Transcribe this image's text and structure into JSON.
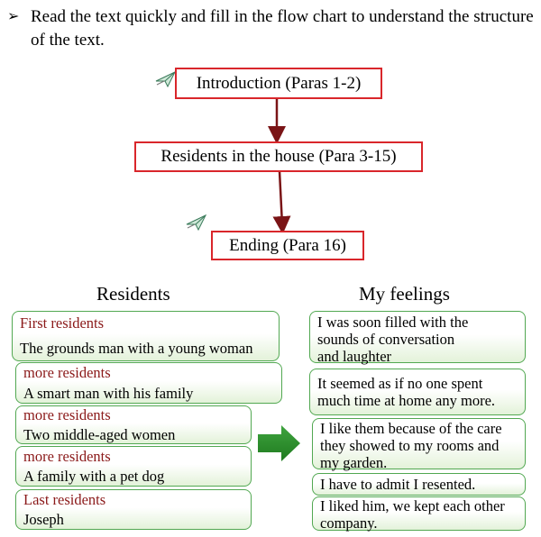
{
  "instruction": {
    "bullet": "➢",
    "text": "Read the text quickly and fill in the flow chart to understand the structure of the text."
  },
  "flow": {
    "intro": "Introduction (Paras 1-2)",
    "residents": "Residents in the house (Para 3-15)",
    "ending": "Ending (Para 16)"
  },
  "headings": {
    "residents": "Residents",
    "feelings": "My feelings"
  },
  "resident_cards": [
    {
      "label": "First residents",
      "value": "The grounds man with a young woman"
    },
    {
      "label": "more residents",
      "value": "A smart man with his family"
    },
    {
      "label": "more residents",
      "value": "Two middle-aged women"
    },
    {
      "label": "more residents",
      "value": "A family with a pet dog"
    },
    {
      "label": "Last  residents",
      "value": "Joseph"
    }
  ],
  "feeling_cards": [
    {
      "text": "I was soon filled with the\n sounds of conversation\n and laughter"
    },
    {
      "text": "It seemed as if no one spent\nmuch time at home any more."
    },
    {
      "text": "I like them because of the care\n they showed to my rooms and\n my garden."
    },
    {
      "text": "I have to admit I resented."
    },
    {
      "text": "I liked him, we kept each other\ncompany."
    }
  ],
  "colors": {
    "flow_border": "#d9262b",
    "arrow": "#7a1416",
    "card_border": "#52a852",
    "big_arrow": "#2e8b2e",
    "label_text": "#8b1a1a"
  },
  "icons": [
    "paper-plane-icon",
    "big-right-arrow-icon"
  ]
}
